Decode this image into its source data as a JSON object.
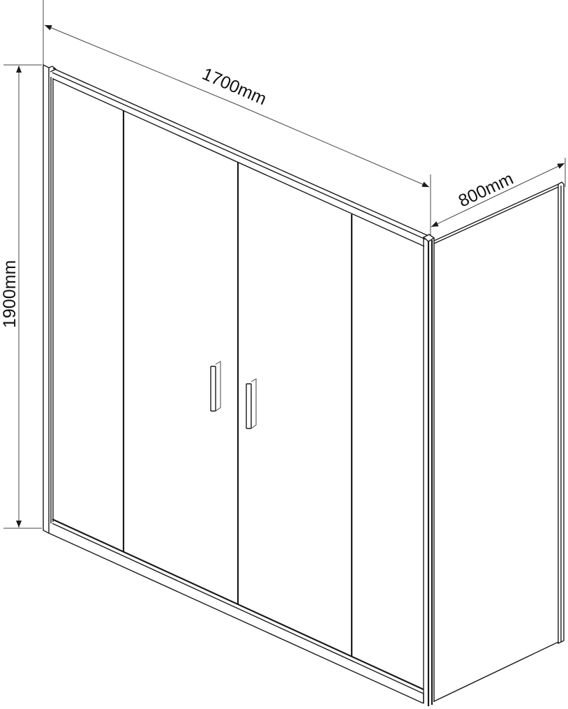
{
  "dimensions": {
    "width_label": "1700mm",
    "depth_label": "800mm",
    "height_label": "1900mm"
  },
  "colors": {
    "line": "#1a1a1a",
    "background": "#ffffff"
  }
}
